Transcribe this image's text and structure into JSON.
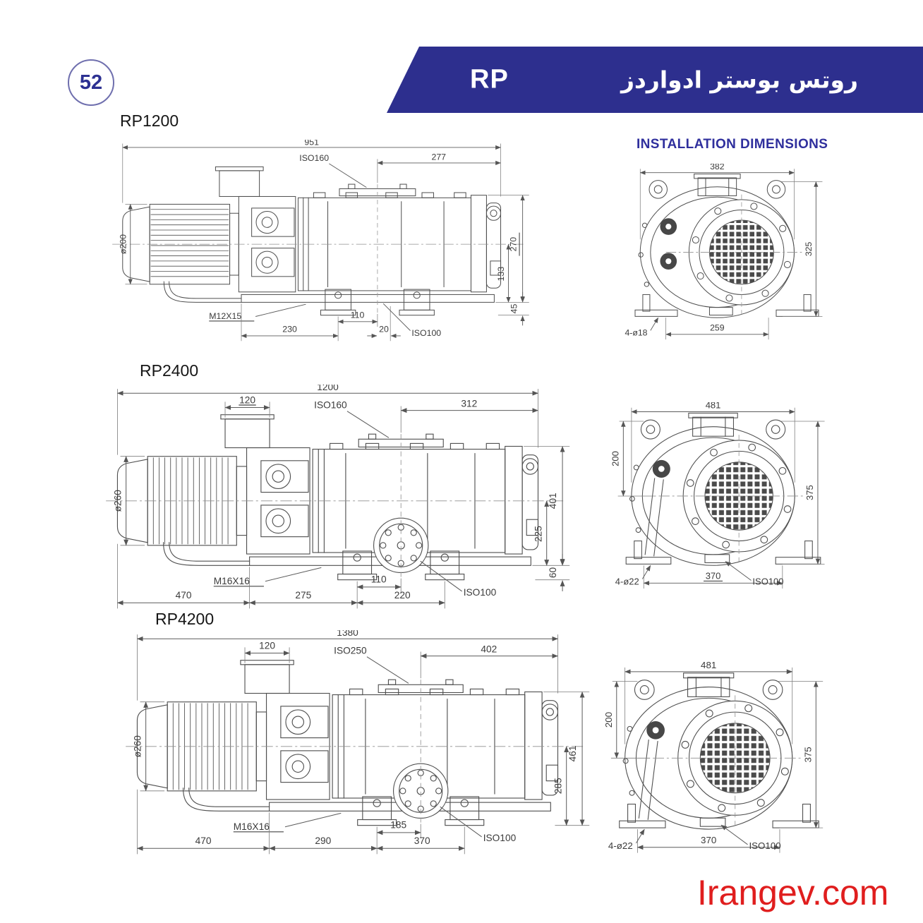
{
  "page": {
    "badge": "52",
    "watermark": "Irangev.com"
  },
  "colors": {
    "banner_blue": "#2d2f8e",
    "heading_blue": "#2f2f9d",
    "watermark_red": "#e01e1e",
    "line_gray": "#4f4f4f"
  },
  "header": {
    "product_code": "RP",
    "title_fa": "روتس بوستر ادواردز"
  },
  "installation_heading": "INSTALLATION DIMENSIONS",
  "sections": [
    {
      "model": "RP1200",
      "side": {
        "overall": "951",
        "iso_top": "ISO160",
        "top_right": "277",
        "motor_dia": "ø200",
        "height_outer": "270",
        "height_center": "133",
        "foot_height": "45",
        "thread": "M12X15",
        "dim_a": "110",
        "dim_b": "230",
        "dim_c": "20",
        "iso_out": "ISO100"
      },
      "end": {
        "width": "382",
        "height": "325",
        "holes": "4-ø18",
        "foot_span": "259"
      }
    },
    {
      "model": "RP2400",
      "side": {
        "overall": "1200",
        "box_width": "120",
        "iso_top": "ISO160",
        "top_right": "312",
        "motor_dia": "ø260",
        "height_outer": "401",
        "height_center": "225",
        "foot_height": "60",
        "thread": "M16X16",
        "dim_a": "110",
        "dim_b": "275",
        "dim_c": "220",
        "dim_d": "470",
        "iso_out": "ISO100"
      },
      "end": {
        "width": "481",
        "port_offset": "200",
        "height": "375",
        "holes": "4-ø22",
        "foot_span": "370",
        "iso_out": "ISO100"
      }
    },
    {
      "model": "RP4200",
      "side": {
        "overall": "1380",
        "box_width": "120",
        "iso_top": "ISO250",
        "top_right": "402",
        "motor_dia": "ø260",
        "height_outer": "461",
        "height_center": "285",
        "thread": "M16X16",
        "dim_a": "185",
        "dim_b": "290",
        "dim_c": "370",
        "dim_d": "470",
        "iso_out": "ISO100"
      },
      "end": {
        "width": "481",
        "port_offset": "200",
        "height": "375",
        "holes": "4-ø22",
        "foot_span": "370",
        "iso_out": "ISO100"
      }
    }
  ]
}
